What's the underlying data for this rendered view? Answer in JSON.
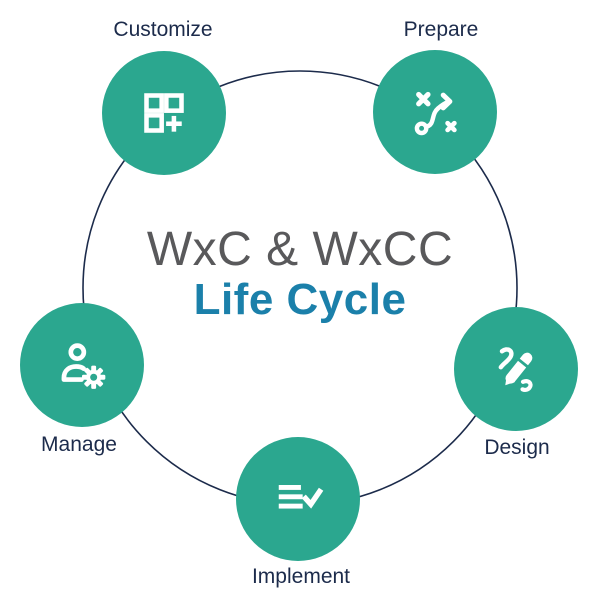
{
  "diagram": {
    "title_line1": "WxC & WxCC",
    "title_line2": "Life Cycle",
    "nodes": [
      {
        "label": "Customize",
        "icon": "dashboard-customize-icon",
        "position": "top-left"
      },
      {
        "label": "Prepare",
        "icon": "strategy-icon",
        "position": "top-right"
      },
      {
        "label": "Design",
        "icon": "design-pencil-icon",
        "position": "right"
      },
      {
        "label": "Implement",
        "icon": "checklist-check-icon",
        "position": "bottom"
      },
      {
        "label": "Manage",
        "icon": "manage-accounts-icon",
        "position": "left"
      }
    ],
    "colors": {
      "node_fill": "#2BA78F",
      "icon_color": "#FFFFFF",
      "ring_stroke": "#1C2B4B",
      "label_color": "#1C2B4B",
      "title_gray": "#59595B",
      "title_blue": "#1B80AA",
      "background": "#FFFFFF"
    }
  }
}
